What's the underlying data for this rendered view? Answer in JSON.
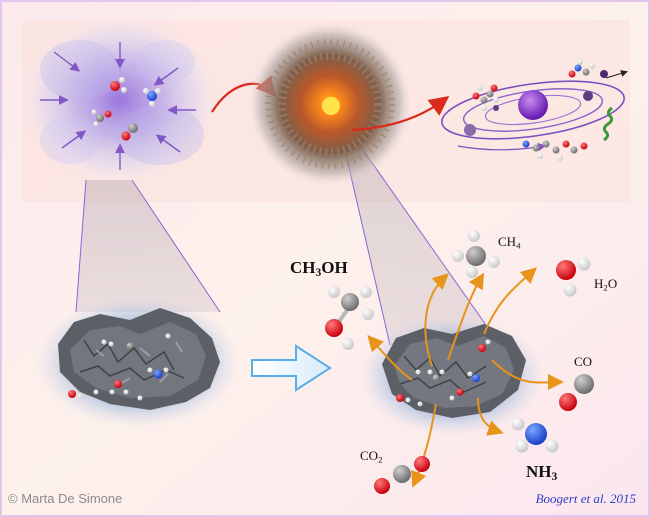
{
  "labels": {
    "ch3oh": {
      "main": "CH",
      "sub": "3",
      "tail": "OH"
    },
    "ch4": {
      "main": "CH",
      "sub": "4",
      "tail": ""
    },
    "h2o": {
      "main": "H",
      "sub": "2",
      "tail": "O"
    },
    "co": {
      "main": "CO",
      "sub": "",
      "tail": ""
    },
    "co2": {
      "main": "CO",
      "sub": "2",
      "tail": ""
    },
    "nh3": {
      "main": "NH",
      "sub": "3",
      "tail": ""
    }
  },
  "credits": {
    "author": "© Marta De Simone",
    "citation": "Boogert et al. 2015"
  },
  "colors": {
    "oxygen": "#e0141e",
    "hydrogen": "#f4f4f4",
    "carbon": "#8f8f8f",
    "nitrogen": "#2255e6",
    "arrow_orange": "#e8931a",
    "arrow_red": "#d92a1c"
  }
}
